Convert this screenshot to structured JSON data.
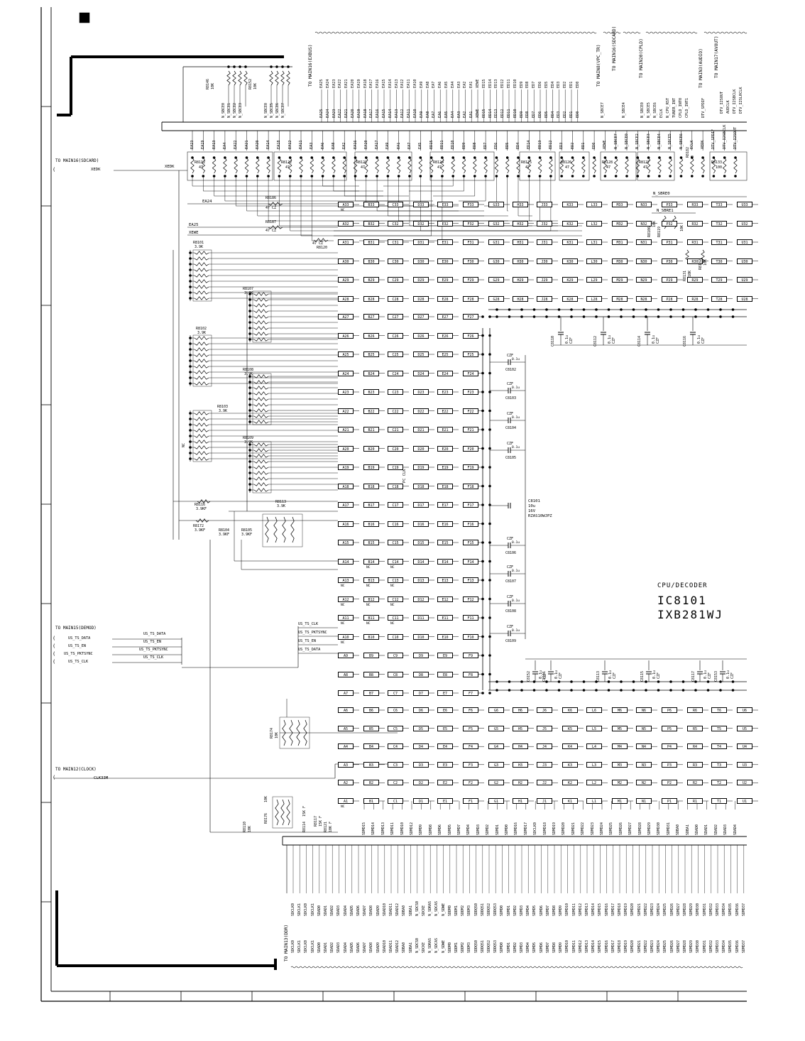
{
  "ic": {
    "role": "CPU/DECODER",
    "ref": "IC8101",
    "part": "IXB281WJ"
  },
  "connectors": {
    "exbus": "TO MAIN16(EXBUS)",
    "vpc_tr": "TO MAIN8(VPC_TR)",
    "sdcard_top": "TO MAIN16(SDCARD)",
    "cpld": "TO MAIN20(CPLD)",
    "audio": "TO MAIN3(AUDIO)",
    "avout": "TO MAIN17(AVOUT)",
    "sdcard_left": "TO MAIN16(SDCARD)",
    "demod": "TO MAIN15(DEMOD)",
    "clock": "TO MAIN12(CLOCK)",
    "ddr": "TO MAIN13(DDR)"
  },
  "signals": {
    "xedk_left": "XEDK",
    "xedk_net": "XEDK",
    "ea24": "EA24",
    "ea25": "EA25",
    "xewe": "XEWE",
    "clk33m": "CLK33M",
    "demod_in": [
      "US_TS_DATA",
      "US_TS_EN",
      "US_TS_PKTSYNC",
      "US_TS_CLK"
    ],
    "demod_out": [
      "US_TS_DATA",
      "US_TS_EN",
      "US_TS_PKTSYNC",
      "US_TS_CLK"
    ],
    "demod_net": [
      "US_TS_CLK",
      "US_TS_PKTSYNC",
      "US_TS_EN",
      "US_TS_DATA"
    ],
    "sbre": [
      "N_SBRE0",
      "N_SBRE1"
    ]
  },
  "top_bus": {
    "exbus": [
      "EA25",
      "EA24",
      "EA23",
      "EA22",
      "EA21",
      "EA20",
      "EA19",
      "EA18",
      "EA17",
      "EA16",
      "EA15",
      "EA14",
      "EA13",
      "EA12",
      "EA11",
      "EA10",
      "EA9",
      "EA8",
      "EA7",
      "EA6",
      "EA5",
      "EA4",
      "EA3",
      "EA2",
      "EA1",
      "XEWE",
      "ED15",
      "ED14",
      "ED13",
      "ED12",
      "ED11",
      "ED10",
      "ED9",
      "ED8",
      "ED7",
      "ED6",
      "ED5",
      "ED4",
      "ED3",
      "ED2",
      "ED1",
      "ED0"
    ],
    "vpc_tr": [
      "N_SBCE7"
    ],
    "sdcard": [
      "N_SBCE4"
    ],
    "cpld": [
      "N_SBCE0",
      "N_SBCE5",
      "N_SBCE6",
      "ECLK",
      "N_CPU_RST",
      "TUNER_INT",
      "CPLD_INT0",
      "CPLD_INT1"
    ],
    "audio": [
      "DTV_SPDIF"
    ],
    "avout": [
      "DTV_I2SOUT",
      "AUDCLK",
      "DTV_I2SBCLK",
      "DTV_I2SLRCLK"
    ]
  },
  "top_pins": [
    "EA23",
    "EA19",
    "EA13",
    "EA4",
    "EA22",
    "EA21",
    "EA20",
    "EA14",
    "EA18",
    "EA12",
    "EA11",
    "EA3",
    "EA6",
    "EA8",
    "EA2",
    "EA16",
    "EA10",
    "EA17",
    "EA9",
    "EA1",
    "EA7",
    "EA5",
    "ED15",
    "ED11",
    "ED10",
    "ED9",
    "ED8",
    "ED7",
    "ED6",
    "ED5",
    "ED4",
    "ED14",
    "ED13",
    "ED12",
    "ED3",
    "ED2",
    "ED1",
    "ED0",
    "XEWE",
    "N_SBCE7",
    "N_SBCE0",
    "N_SBCE2",
    "N_SBCE3",
    "N_SBCE4",
    "N_SBCE5",
    "N_SBCE6",
    "ECLK",
    "XEDK",
    "DTV_SPDIF",
    "DTV_I2SBCLK",
    "DTV_I2SOUT"
  ],
  "top_nets_right": [
    "N_SBCE0",
    "N_SBCE1",
    "N_SBCE2",
    "N_SBCE3"
  ],
  "top_nets_right2": [
    "N_SBCE0",
    "N_SBCE5",
    "N_SBCE6",
    "N_SBCE7"
  ],
  "grid": {
    "cols_top": [
      "A",
      "B",
      "C",
      "D",
      "E",
      "F",
      "G",
      "H",
      "J",
      "K",
      "L",
      "M",
      "N",
      "P",
      "R",
      "T",
      "U"
    ],
    "cols_left": [
      "A",
      "B",
      "C",
      "D",
      "E",
      "F"
    ],
    "rows_full_top": [
      33,
      32,
      31,
      30,
      29,
      28
    ],
    "rows_left": [
      27,
      26,
      25,
      24,
      23,
      22,
      21,
      20,
      19,
      18,
      17,
      16,
      15,
      14,
      13,
      12,
      11,
      10,
      9,
      8,
      7
    ],
    "rows_full_bottom": [
      6,
      5,
      4,
      3,
      2,
      1
    ],
    "nc_pins": [
      "A33",
      "A1",
      "B14",
      "B13",
      "B12",
      "C13",
      "C12",
      "C11",
      "C14",
      "B11",
      "A13",
      "A12",
      "A11",
      "A10"
    ]
  },
  "resistors": [
    {
      "ref": "R8146",
      "value": "10K"
    },
    {
      "ref": "R8152",
      "value": "10K"
    },
    {
      "ref": "R8112",
      "value": "47"
    },
    {
      "ref": "R8122",
      "value": "47"
    },
    {
      "ref": "R8123",
      "value": "47"
    },
    {
      "ref": "R8124",
      "value": "47"
    },
    {
      "ref": "R8125",
      "value": "47"
    },
    {
      "ref": "R8126",
      "value": "47"
    },
    {
      "ref": "R8127",
      "value": "47"
    },
    {
      "ref": "R8128",
      "value": "47"
    },
    {
      "ref": "R8133",
      "value": "100"
    },
    {
      "ref": "R8182",
      "value": "0"
    },
    {
      "ref": "R8186",
      "value": "47 CZ"
    },
    {
      "ref": "R8187",
      "value": "47 CZ"
    },
    {
      "ref": "R8120",
      "value": "47 CZ"
    },
    {
      "ref": "R8101",
      "value": "3.9K"
    },
    {
      "ref": "R8107",
      "value": "3.9K"
    },
    {
      "ref": "R8102",
      "value": "3.9K"
    },
    {
      "ref": "R8108",
      "value": "3.9K"
    },
    {
      "ref": "R8103",
      "value": "3.9K"
    },
    {
      "ref": "R8109",
      "value": "3.9K"
    },
    {
      "ref": "R8113",
      "value": "3.9K"
    },
    {
      "ref": "R8116",
      "value": "3.9KF"
    },
    {
      "ref": "R8172",
      "value": "3.9KF"
    },
    {
      "ref": "R8104",
      "value": "3.9KF"
    },
    {
      "ref": "R8105",
      "value": "3.9KF"
    },
    {
      "ref": "R8174",
      "value": "10K"
    },
    {
      "ref": "R8110",
      "value": "10K"
    },
    {
      "ref": "R8176",
      "value": "10K"
    },
    {
      "ref": "R8114",
      "value": "15K F"
    },
    {
      "ref": "R8117",
      "value": "15K F"
    },
    {
      "ref": "R8121",
      "value": "10K F"
    },
    {
      "ref": "R8106",
      "value": "10K"
    },
    {
      "ref": "R8119",
      "value": "10K"
    },
    {
      "ref": "R8131",
      "value": "10K"
    },
    {
      "ref": "R8132",
      "value": "10K"
    }
  ],
  "capacitors": {
    "right_column": [
      {
        "ref": "C8102",
        "value": "0.1u",
        "type": "CZF"
      },
      {
        "ref": "C8103",
        "value": "0.1u",
        "type": "CZF"
      },
      {
        "ref": "C8104",
        "value": "0.1u",
        "type": "CZF"
      },
      {
        "ref": "C8105",
        "value": "0.1u",
        "type": "CZF"
      },
      {
        "ref": "C8106",
        "value": "0.1u",
        "type": "CZF"
      },
      {
        "ref": "C8107",
        "value": "0.1u",
        "type": "CZF"
      },
      {
        "ref": "C8108",
        "value": "0.1u",
        "type": "CZF"
      },
      {
        "ref": "C8109",
        "value": "0.1u",
        "type": "CZF"
      }
    ],
    "electrolytic": {
      "ref": "C8101",
      "value": "10u",
      "voltage": "16V",
      "part": "RZAS10WJPZ"
    },
    "top_row": [
      {
        "ref": "C8110",
        "value": "0.1u",
        "type": "CZF"
      },
      {
        "ref": "C8112",
        "value": "0.1u",
        "type": "CZF"
      },
      {
        "ref": "C8114",
        "value": "0.1u",
        "type": "CZF"
      },
      {
        "ref": "C8116",
        "value": "0.1u",
        "type": "CZF"
      }
    ],
    "bottom_row": [
      {
        "ref": "C8152",
        "value": "0.1u",
        "type": "CZF"
      },
      {
        "ref": "C8111",
        "value": "0.1u",
        "type": "CZF"
      },
      {
        "ref": "C8113",
        "value": "0.1u",
        "type": "CZF"
      },
      {
        "ref": "C8115",
        "value": "0.1u",
        "type": "CZF"
      },
      {
        "ref": "C8117",
        "value": "0.1u",
        "type": "CZF"
      },
      {
        "ref": "C8153",
        "value": "0.1u",
        "type": "CZF"
      }
    ]
  },
  "bottom_pins": [
    "SDMD15",
    "SDMD14",
    "SDMD13",
    "SDMD11",
    "SDMD10",
    "SDMD12",
    "SDMD9",
    "SDMD8",
    "SDMD6",
    "SDMD5",
    "SDMD7",
    "SDMD4",
    "SDMD3",
    "SDMD2",
    "SDMD1",
    "SDMD0",
    "SDMD16",
    "SDMD17",
    "SDCLK0",
    "SDMD18",
    "SDMD19",
    "SDMD20",
    "SDMD21",
    "SDMD22",
    "SDMD23",
    "SDMD24",
    "SDMD25",
    "SDMD26",
    "SDMD27",
    "SDMD28",
    "SDMD29",
    "SDMD30",
    "SDMD31",
    "SDBA0",
    "SDBA1",
    "SDAD0",
    "SDAD1",
    "SDAD2",
    "SDAD3",
    "SDAD4"
  ],
  "ddr_bus_top": [
    "SDCLK0",
    "SDCLK1",
    "SDCLK0",
    "SDCLK1",
    "SDAD0",
    "SDAD1",
    "SDAD2",
    "SDAD3",
    "SDAD4",
    "SDAD5",
    "SDAD6",
    "SDAD7",
    "SDAD8",
    "SDAD9",
    "SDAD10",
    "SDAD11",
    "SDAD12",
    "SDBA0",
    "SDBA1",
    "N_SDCS0",
    "SDCKE",
    "N_SDRAS",
    "N_SDCAS",
    "N_SDWE",
    "SDDM0",
    "SDDM1",
    "SDDM2",
    "SDDM3",
    "SDDQS0",
    "SDDQS1",
    "SDDQS2",
    "SDDQS3",
    "SDMD0",
    "SDMD1",
    "SDMD2",
    "SDMD3",
    "SDMD4",
    "SDMD5",
    "SDMD6",
    "SDMD7",
    "SDMD8",
    "SDMD9",
    "SDMD10",
    "SDMD11",
    "SDMD12",
    "SDMD13",
    "SDMD14",
    "SDMD15",
    "SDMD16",
    "SDMD17",
    "SDMD18",
    "SDMD19",
    "SDMD20",
    "SDMD21",
    "SDMD22",
    "SDMD23",
    "SDMD24",
    "SDMD25",
    "SDMD26",
    "SDMD27",
    "SDMD28",
    "SDMD29",
    "SDMD30",
    "SDMD31",
    "SDMD32",
    "SDMD33",
    "SDMD34",
    "SDMD35",
    "SDMD36",
    "SDMD37"
  ],
  "ddr_bus_bottom": [
    "SDCLK0",
    "SDCLK1",
    "SDCLK0",
    "SDCLK1",
    "SDAD0",
    "SDAD1",
    "SDAD2",
    "SDAD3",
    "SDAD4",
    "SDAD5",
    "SDAD6",
    "SDAD7",
    "SDAD8",
    "SDAD9",
    "SDAD10",
    "SDAD11",
    "SDAD12",
    "SDBA0",
    "SDBA1",
    "N_SDCS0",
    "SDCKE",
    "N_SDRAS",
    "N_SDCAS",
    "N_SDWE",
    "SDDM0",
    "SDDM1",
    "SDDM2",
    "SDDM3",
    "SDDQS0",
    "SDDQS1",
    "SDDQS2",
    "SDDQS3",
    "SDMD0",
    "SDMD1",
    "SDMD2",
    "SDMD3",
    "SDMD4",
    "SDMD5",
    "SDMD6",
    "SDMD7",
    "SDMD8",
    "SDMD9",
    "SDMD10",
    "SDMD11",
    "SDMD12",
    "SDMD13",
    "SDMD14",
    "SDMD15",
    "SDMD16",
    "SDMD17",
    "SDMD18",
    "SDMD19",
    "SDMD20",
    "SDMD21",
    "SDMD22",
    "SDMD23",
    "SDMD24",
    "SDMD25",
    "SDMD26",
    "SDMD27",
    "SDMD28",
    "SDMD29",
    "SDMD30",
    "SDMD31",
    "SDMD32",
    "SDMD33",
    "SDMD34",
    "SDMD35",
    "SDMD36",
    "SDMD37"
  ],
  "misc": {
    "pcclk": "PC CLK"
  }
}
